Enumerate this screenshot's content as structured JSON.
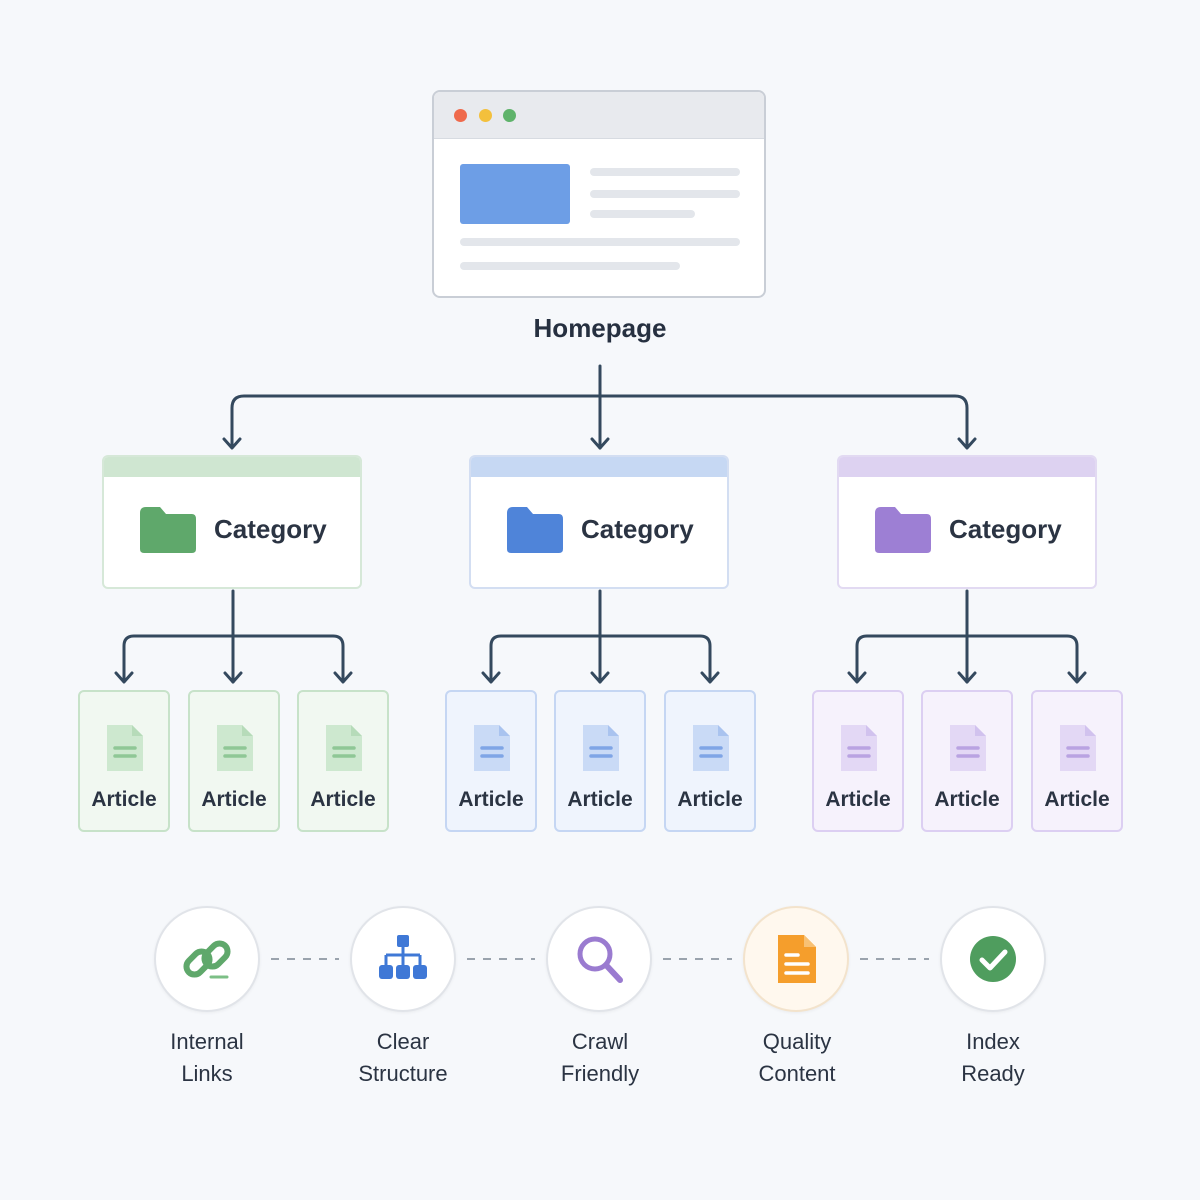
{
  "homepage": {
    "label": "Homepage"
  },
  "categories": [
    {
      "label": "Category",
      "color": "#5fa86b",
      "top": "#cfe6d1",
      "border": "#d6e8d8"
    },
    {
      "label": "Category",
      "color": "#4f84d9",
      "top": "#c6d8f3",
      "border": "#d3def2"
    },
    {
      "label": "Category",
      "color": "#9d7fd4",
      "top": "#ddd2f1",
      "border": "#e2daf2"
    }
  ],
  "articles": [
    {
      "label": "Article",
      "group": 0
    },
    {
      "label": "Article",
      "group": 0
    },
    {
      "label": "Article",
      "group": 0
    },
    {
      "label": "Article",
      "group": 1
    },
    {
      "label": "Article",
      "group": 1
    },
    {
      "label": "Article",
      "group": 1
    },
    {
      "label": "Article",
      "group": 2
    },
    {
      "label": "Article",
      "group": 2
    },
    {
      "label": "Article",
      "group": 2
    }
  ],
  "article_colors": [
    {
      "bg": "#f1f8f1",
      "border": "#c7e2c9",
      "icon": "#cde8cf",
      "fold": "#b6dbb9",
      "lines": "#8fc796"
    },
    {
      "bg": "#eff4fd",
      "border": "#c5d6f3",
      "icon": "#c9daf6",
      "fold": "#a9c3ef",
      "lines": "#7fa5e6"
    },
    {
      "bg": "#f6f2fc",
      "border": "#dccff2",
      "icon": "#e3d8f5",
      "fold": "#d1c2ee",
      "lines": "#b9a3e2"
    }
  ],
  "features": [
    {
      "line1": "Internal",
      "line2": "Links",
      "icon": "link-icon",
      "color": "#5fa86b"
    },
    {
      "line1": "Clear",
      "line2": "Structure",
      "icon": "sitemap-icon",
      "color": "#3f78d6"
    },
    {
      "line1": "Crawl",
      "line2": "Friendly",
      "icon": "magnifier-icon",
      "color": "#9a7bd0"
    },
    {
      "line1": "Quality",
      "line2": "Content",
      "icon": "document-icon",
      "color": "#f59e2c"
    },
    {
      "line1": "Index",
      "line2": "Ready",
      "icon": "check-circle-icon",
      "color": "#4f9d5e"
    }
  ],
  "window_dots": [
    "#ef6a4c",
    "#f3c03c",
    "#5fb36b"
  ],
  "connector_color": "#34495e"
}
